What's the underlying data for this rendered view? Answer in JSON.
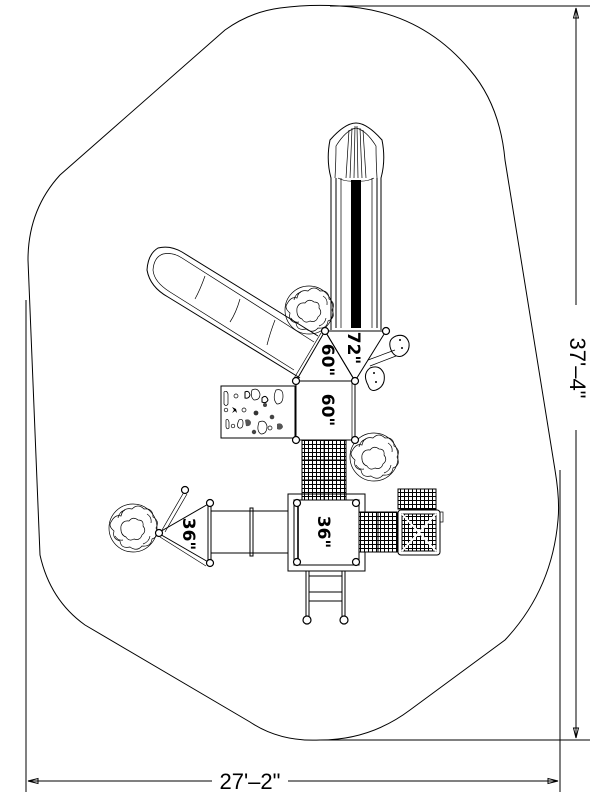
{
  "drawing": {
    "type": "playground-plan-view",
    "dimensions": {
      "width_label": "27'–2\"",
      "height_label": "37'–4\""
    },
    "decks": [
      {
        "id": "triangle-deck-top",
        "height_label": "72\""
      },
      {
        "id": "triangle-deck-left",
        "height_label": "60\""
      },
      {
        "id": "square-deck-upper",
        "height_label": "60\""
      },
      {
        "id": "square-deck-lower",
        "height_label": "36\""
      },
      {
        "id": "triangle-deck-tunnel",
        "height_label": "36\""
      }
    ],
    "components": [
      "tube-slide",
      "wave-slide",
      "rock-climbing-wall",
      "transfer-steps",
      "crawl-tunnel",
      "ladder",
      "stepping-pods",
      "shrub-top",
      "shrub-middle",
      "shrub-left",
      "transfer-platform"
    ],
    "colors": {
      "line": "#000000",
      "background": "#ffffff"
    }
  }
}
